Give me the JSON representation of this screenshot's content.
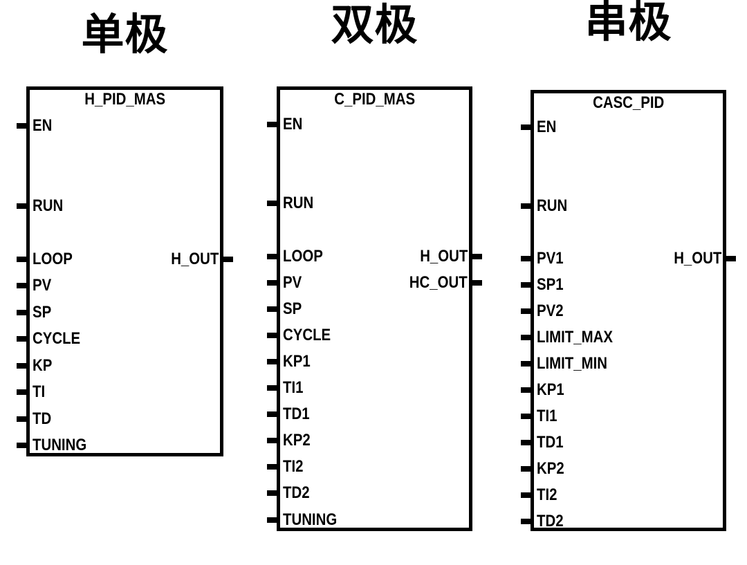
{
  "colors": {
    "ink": "#000000",
    "paper": "#ffffff"
  },
  "diagrams": [
    {
      "title": "单极",
      "block_name": "H_PID_MAS",
      "inputs": [
        {
          "label": "EN",
          "row": 0
        },
        {
          "label": "RUN",
          "row": 3
        },
        {
          "label": "LOOP",
          "row": 5
        },
        {
          "label": "PV",
          "row": 6
        },
        {
          "label": "SP",
          "row": 7
        },
        {
          "label": "CYCLE",
          "row": 8
        },
        {
          "label": "KP",
          "row": 9
        },
        {
          "label": "TI",
          "row": 10
        },
        {
          "label": "TD",
          "row": 11
        },
        {
          "label": "TUNING",
          "row": 12
        }
      ],
      "outputs": [
        {
          "label": "H_OUT",
          "row": 5
        }
      ]
    },
    {
      "title": "双极",
      "block_name": "C_PID_MAS",
      "inputs": [
        {
          "label": "EN",
          "row": 0
        },
        {
          "label": "RUN",
          "row": 3
        },
        {
          "label": "LOOP",
          "row": 5
        },
        {
          "label": "PV",
          "row": 6
        },
        {
          "label": "SP",
          "row": 7
        },
        {
          "label": "CYCLE",
          "row": 8
        },
        {
          "label": "KP1",
          "row": 9
        },
        {
          "label": "TI1",
          "row": 10
        },
        {
          "label": "TD1",
          "row": 11
        },
        {
          "label": "KP2",
          "row": 12
        },
        {
          "label": "TI2",
          "row": 13
        },
        {
          "label": "TD2",
          "row": 14
        },
        {
          "label": "TUNING",
          "row": 15
        }
      ],
      "outputs": [
        {
          "label": "H_OUT",
          "row": 5
        },
        {
          "label": "HC_OUT",
          "row": 6
        }
      ]
    },
    {
      "title": "串极",
      "block_name": "CASC_PID",
      "inputs": [
        {
          "label": "EN",
          "row": 0
        },
        {
          "label": "RUN",
          "row": 3
        },
        {
          "label": "PV1",
          "row": 5
        },
        {
          "label": "SP1",
          "row": 6
        },
        {
          "label": "PV2",
          "row": 7
        },
        {
          "label": "LIMIT_MAX",
          "row": 8
        },
        {
          "label": "LIMIT_MIN",
          "row": 9
        },
        {
          "label": "KP1",
          "row": 10
        },
        {
          "label": "TI1",
          "row": 11
        },
        {
          "label": "TD1",
          "row": 12
        },
        {
          "label": "KP2",
          "row": 13
        },
        {
          "label": "TI2",
          "row": 14
        },
        {
          "label": "TD2",
          "row": 15
        }
      ],
      "outputs": [
        {
          "label": "H_OUT",
          "row": 5
        }
      ]
    }
  ]
}
